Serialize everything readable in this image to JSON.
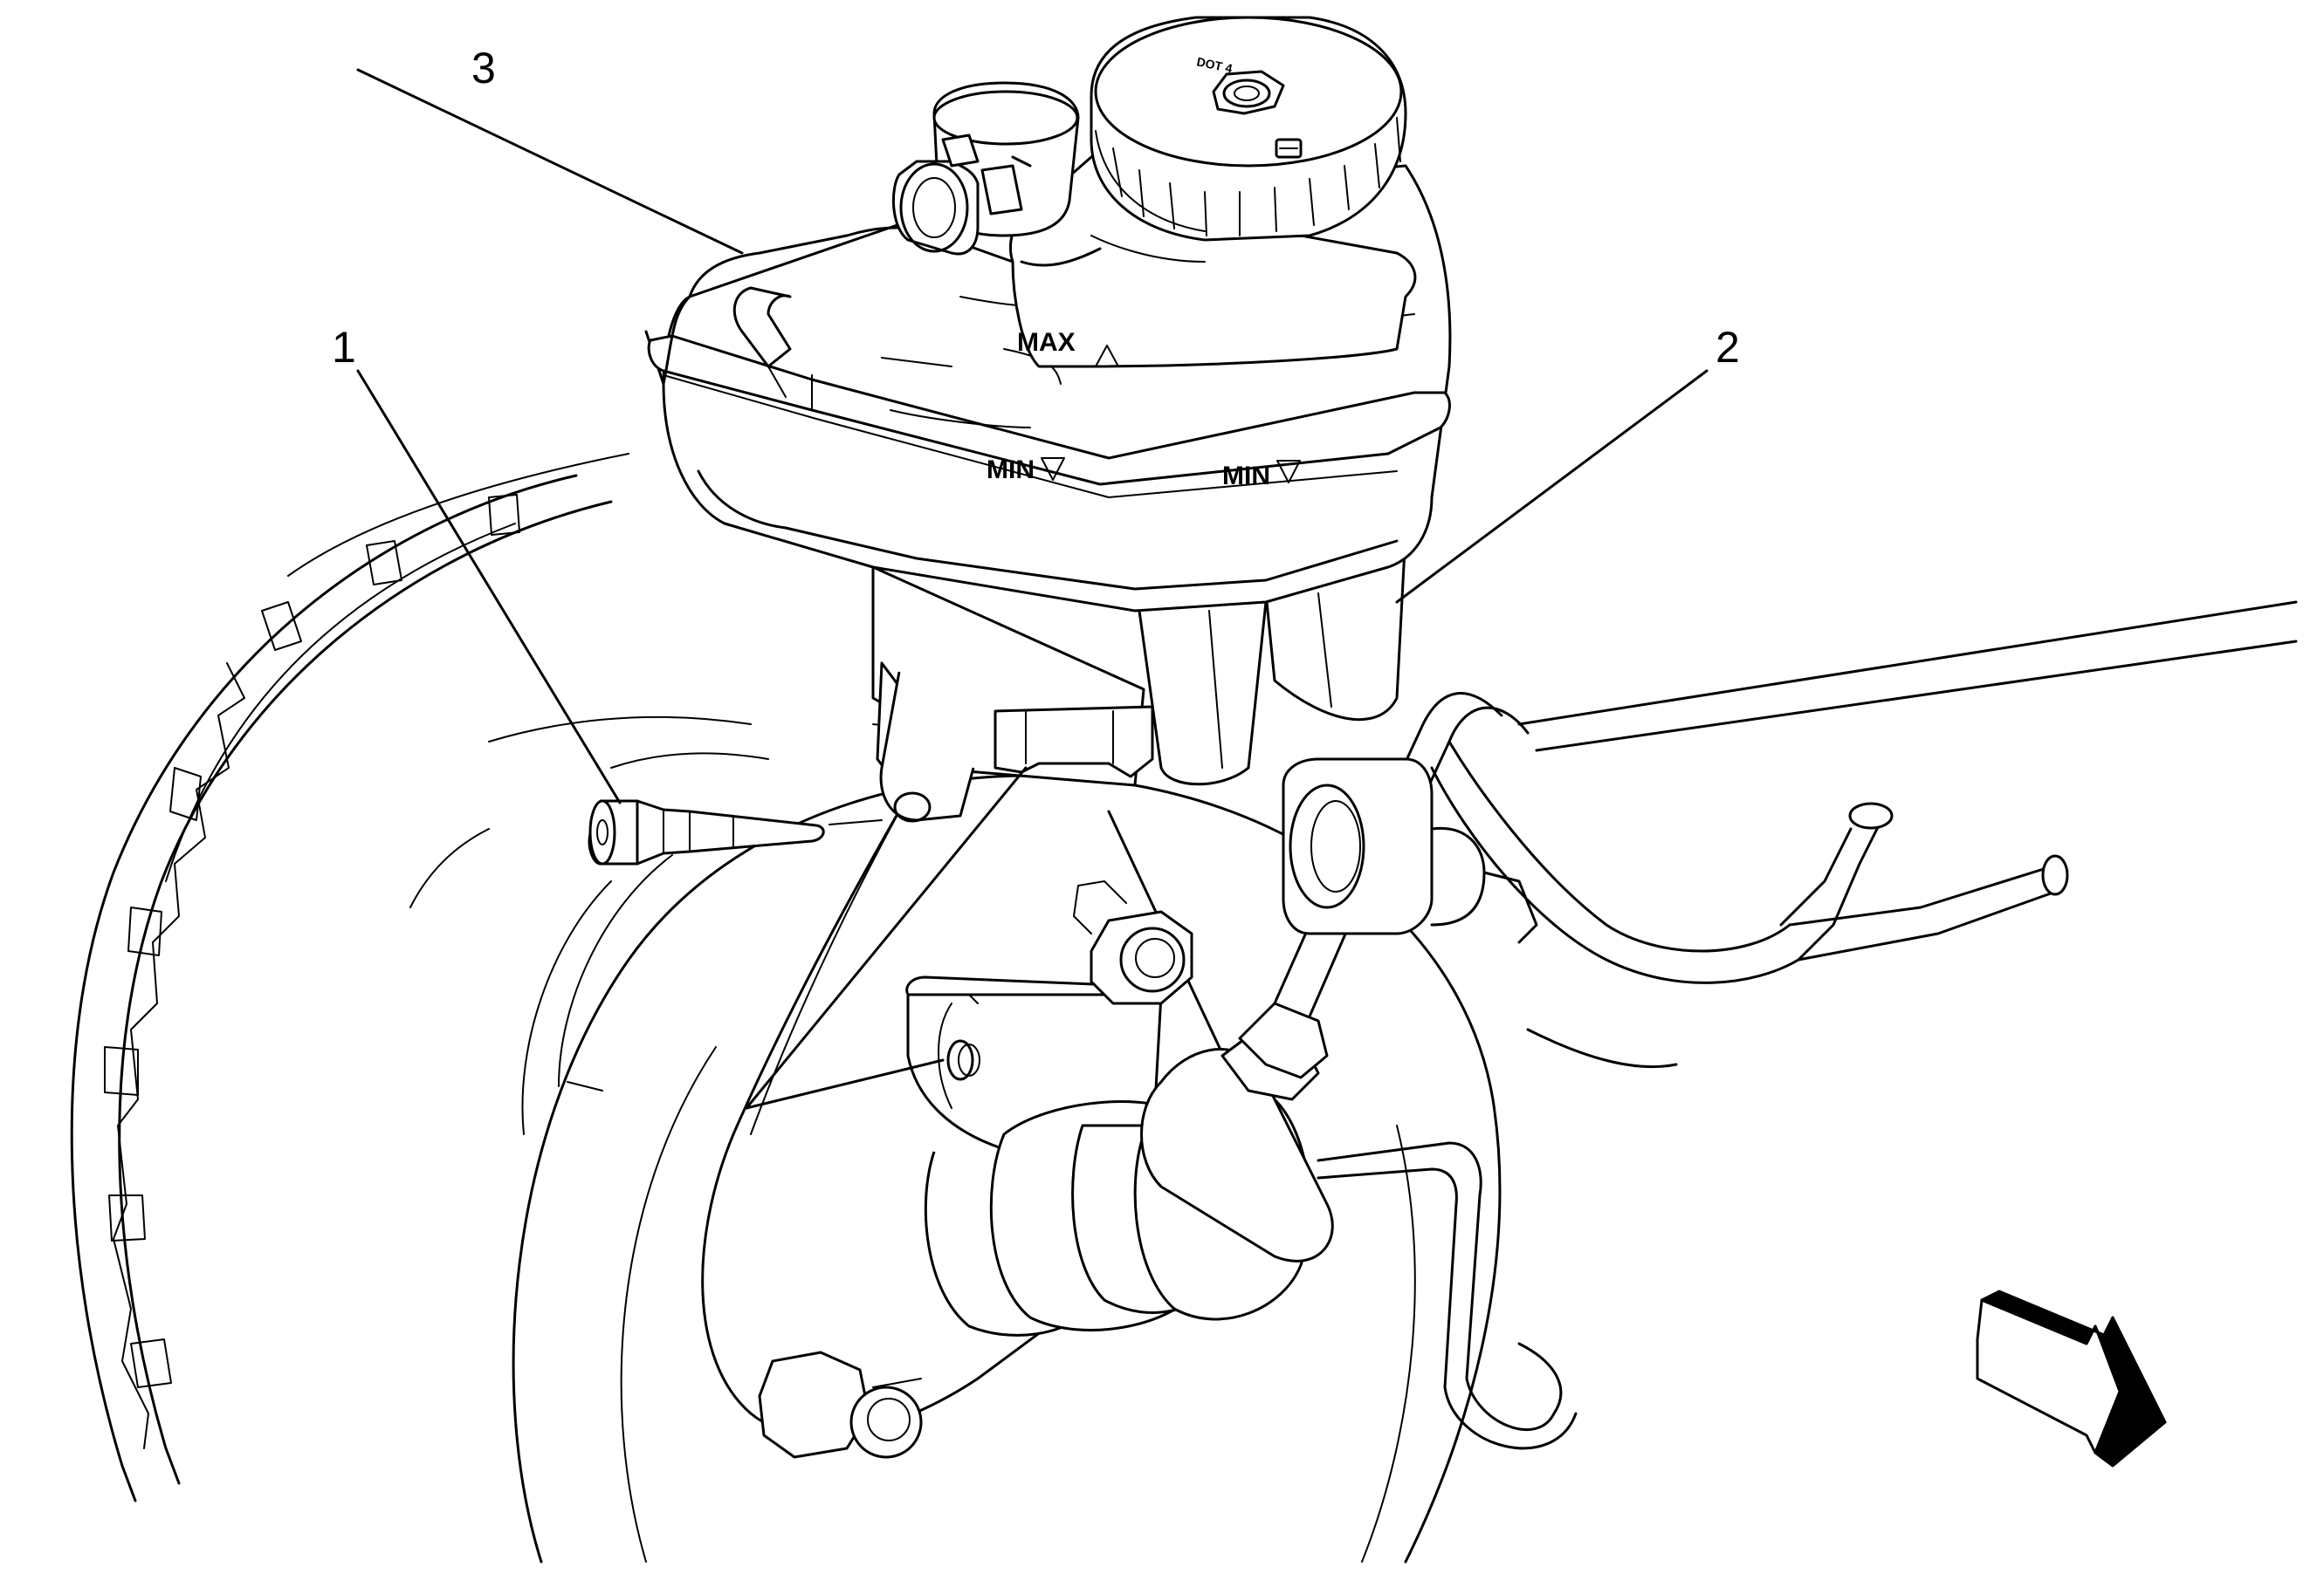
{
  "callouts": [
    {
      "id": "1",
      "label": "1"
    },
    {
      "id": "2",
      "label": "2"
    },
    {
      "id": "3",
      "label": "3"
    }
  ],
  "reservoir_marks": {
    "max": "MAX",
    "min_left": "MIN",
    "min_right": "MIN"
  },
  "cap_text": {
    "top": "DOT 4"
  },
  "colors": {
    "line": "#000000",
    "background": "#ffffff"
  },
  "icons": [
    "view-direction-arrow-icon",
    "min-level-triangle-icon",
    "max-level-triangle-icon"
  ]
}
